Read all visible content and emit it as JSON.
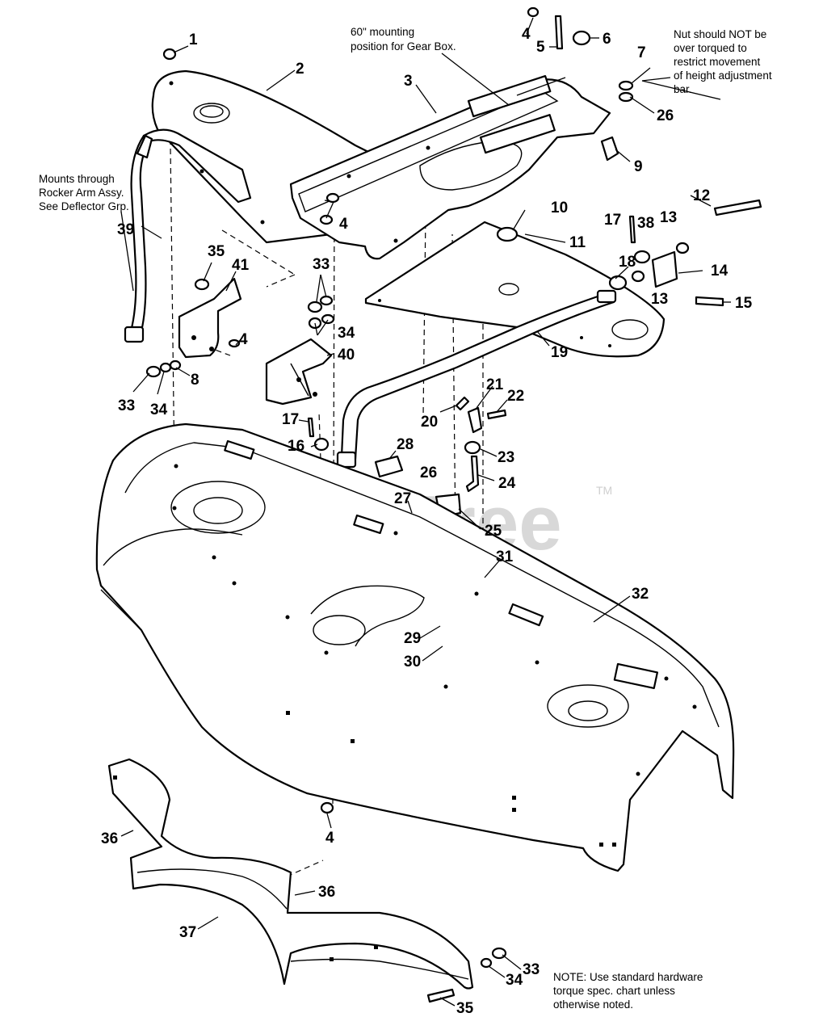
{
  "watermark": "PartsTree",
  "trademark": "TM",
  "notes": {
    "gearbox": [
      "60\" mounting",
      "position for Gear Box."
    ],
    "nut": [
      "Nut should NOT be",
      "over torqued to",
      "restrict movement",
      "of height adjustment",
      "bar."
    ],
    "rocker": [
      "Mounts through",
      "Rocker Arm Assy.",
      "See Deflector Grp."
    ],
    "hardware": [
      "NOTE: Use standard hardware",
      "torque spec. chart unless",
      "otherwise noted."
    ]
  },
  "callouts": [
    "1",
    "2",
    "3",
    "4",
    "4",
    "4",
    "4",
    "5",
    "6",
    "7",
    "26",
    "9",
    "10",
    "11",
    "12",
    "13",
    "13",
    "14",
    "15",
    "17",
    "38",
    "18",
    "19",
    "20",
    "21",
    "22",
    "23",
    "24",
    "25",
    "26",
    "27",
    "28",
    "29",
    "30",
    "31",
    "32",
    "33",
    "34",
    "8",
    "33",
    "34",
    "35",
    "41",
    "39",
    "40",
    "16",
    "17",
    "36",
    "36",
    "37",
    "33",
    "34",
    "35"
  ]
}
